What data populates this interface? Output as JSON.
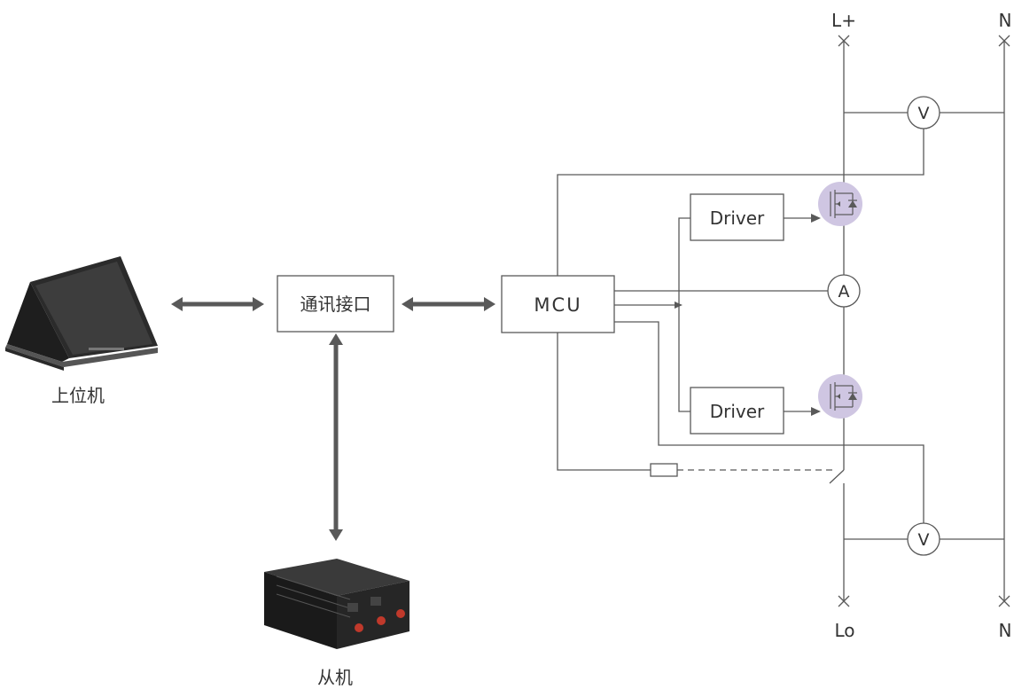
{
  "nodes": {
    "host": "上位机",
    "slave": "从机",
    "comm": "通讯接口",
    "mcu": "MCU",
    "driver_top": "Driver",
    "driver_bottom": "Driver"
  },
  "terminals": {
    "l_plus": "L+",
    "n_top": "N",
    "lo": "Lo",
    "n_bottom": "N"
  },
  "meters": {
    "voltmeter_top": "V",
    "ammeter": "A",
    "voltmeter_bottom": "V"
  },
  "icons": {
    "host": "laptop-icon",
    "slave": "power-module-icon"
  },
  "colors": {
    "line": "#595959",
    "mosfet_highlight": "#cfc6e2",
    "text": "#333333"
  }
}
